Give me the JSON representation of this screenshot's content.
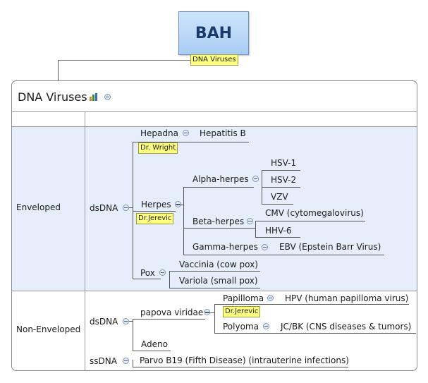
{
  "root": {
    "title": "BAH",
    "note": "DNA Viruses"
  },
  "sheet": {
    "title": "DNA Viruses"
  },
  "enveloped": {
    "label": "Enveloped",
    "group": "dsDNA",
    "hepadna": {
      "label": "Hepadna",
      "child": "Hepatitis B",
      "note": "Dr. Wright"
    },
    "herpes": {
      "label": "Herpes",
      "note": "Dr.Jerevic",
      "alpha": {
        "label": "Alpha-herpes",
        "children": [
          "HSV-1",
          "HSV-2",
          "VZV"
        ]
      },
      "beta": {
        "label": "Beta-herpes",
        "children": [
          "CMV (cytomegalovirus)",
          "HHV-6"
        ]
      },
      "gamma": {
        "label": "Gamma-herpes",
        "child": "EBV (Epstein Barr Virus)"
      }
    },
    "pox": {
      "label": "Pox",
      "children": [
        "Vaccinia (cow pox)",
        "Variola (small pox)"
      ]
    }
  },
  "non_enveloped": {
    "label": "Non-Enveloped",
    "ds": {
      "label": "dsDNA",
      "papova": {
        "label": "papova viridae",
        "papilloma": {
          "label": "Papilloma",
          "child": "HPV (human papilloma virus)",
          "note": "Dr.Jerevic"
        },
        "polyoma": {
          "label": "Polyoma",
          "child": "JC/BK (CNS diseases & tumors)"
        }
      },
      "adeno": "Adeno"
    },
    "ss": {
      "label": "ssDNA",
      "child": "Parvo B19 (Fifth Disease) (intrauterine infections)"
    }
  }
}
